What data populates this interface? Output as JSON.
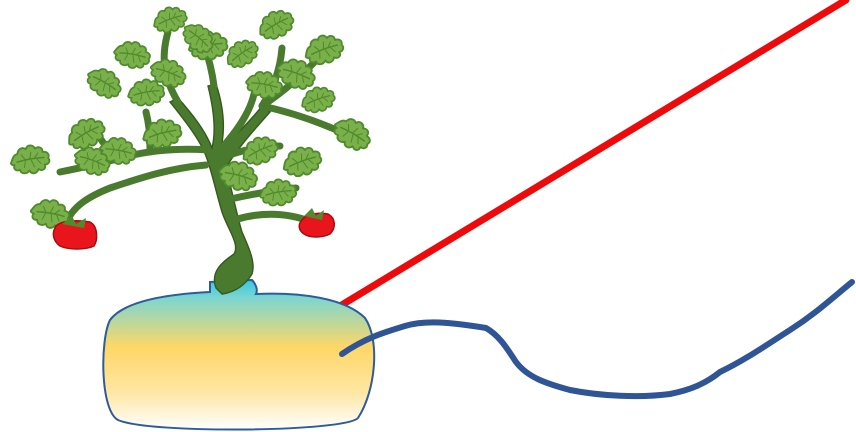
{
  "scene": {
    "subject": "tomato-plant-in-soil-pot",
    "colors": {
      "background": "#ffffff",
      "stem": "#4a7a2e",
      "stem_outline": "#35591f",
      "leaf_fill": "#7ab04a",
      "leaf_outline": "#4f8a2c",
      "tomato": "#e8161c",
      "tomato_outline": "#a80c10",
      "soil_top": "#35c7e6",
      "soil_middle": "#ffd766",
      "soil_bottom": "#ffffff",
      "soil_outline": "#2f5b99",
      "red_line": "#ee0a0a",
      "blue_cable": "#2f5597"
    },
    "elements": {
      "tomato_count": 2,
      "straight_line": "red",
      "curved_line": "blue"
    }
  }
}
